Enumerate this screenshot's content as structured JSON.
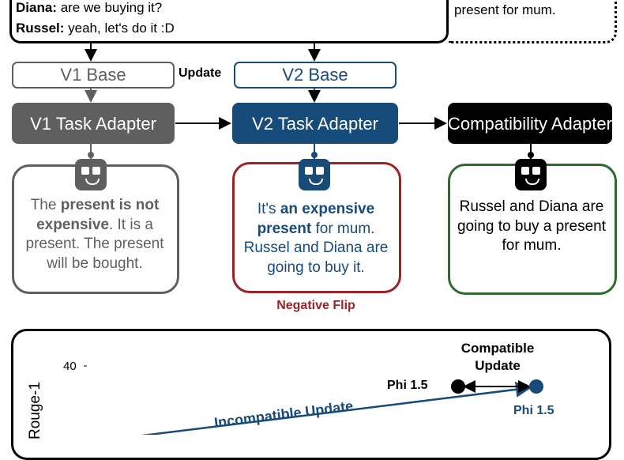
{
  "dialog": {
    "line1_speaker": "Diana:",
    "line1_text": " are we buying it?",
    "line2_speaker": "Russel:",
    "line2_text": " yeah, let's do it :D"
  },
  "reference": {
    "text": "present for mum."
  },
  "labels": {
    "update": "Update",
    "negative_flip": "Negative Flip"
  },
  "v1": {
    "base": "V1 Base",
    "adapter": "V1 Task Adapter",
    "output_1": "The ",
    "output_2": "present is not expensive",
    "output_3": ". It is a present. The present will be bought."
  },
  "v2": {
    "base": "V2 Base",
    "adapter": "V2 Task Adapter",
    "output_1": "It's ",
    "output_2": "an expensive present",
    "output_3": " for mum. Russel and Diana are going to buy it."
  },
  "compat": {
    "adapter": "Compatibility Adapter",
    "output": "Russel and Diana are going to buy a present for mum."
  },
  "chart": {
    "ylabel": "Rouge-1",
    "ytick": "40",
    "annotation_compatible": "Compatible Update",
    "annotation_incompatible": "Incompatible Update",
    "point_black": "Phi 1.5",
    "point_blue": "Phi 1.5"
  },
  "colors": {
    "v1": "#5f5f5f",
    "v2": "#174b7a",
    "compat": "#000000",
    "negative": "#9b2226",
    "positive": "#2e6b2e"
  }
}
